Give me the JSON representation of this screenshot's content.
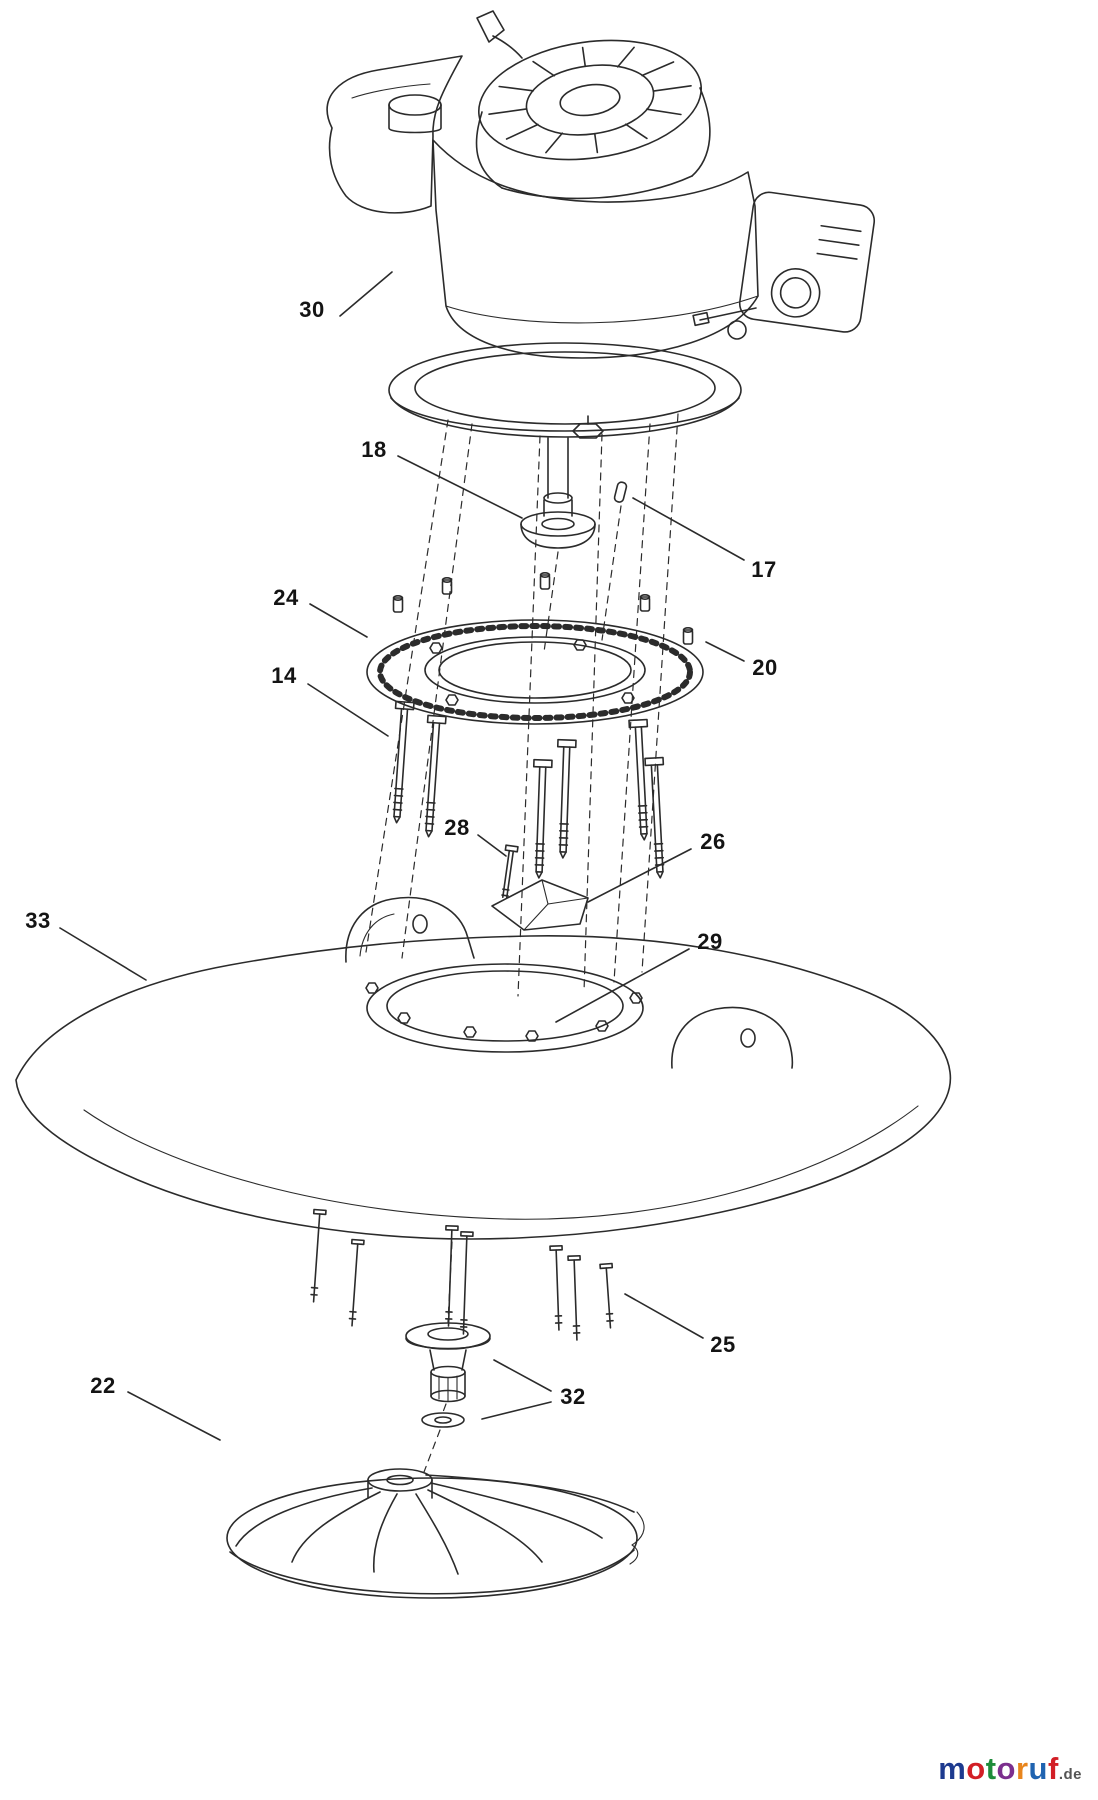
{
  "page": {
    "background": "#ffffff",
    "line_color": "#2b2b2b"
  },
  "diagram": {
    "kind": "exploded-parts-diagram",
    "callouts": [
      {
        "label": "30"
      },
      {
        "label": "18"
      },
      {
        "label": "17"
      },
      {
        "label": "24"
      },
      {
        "label": "20"
      },
      {
        "label": "14"
      },
      {
        "label": "28"
      },
      {
        "label": "26"
      },
      {
        "label": "33"
      },
      {
        "label": "29"
      },
      {
        "label": "25"
      },
      {
        "label": "22"
      },
      {
        "label": "32"
      }
    ]
  },
  "logo": {
    "letters": [
      {
        "char": "m",
        "color": "#1d3a8f"
      },
      {
        "char": "o",
        "color": "#d21f26"
      },
      {
        "char": "t",
        "color": "#1e8c3a"
      },
      {
        "char": "o",
        "color": "#7c2f8e"
      },
      {
        "char": "r",
        "color": "#e8851c"
      },
      {
        "char": "u",
        "color": "#1f63b0"
      },
      {
        "char": "f",
        "color": "#d21f26"
      }
    ],
    "suffix": ".de",
    "suffix_color": "#555555"
  }
}
